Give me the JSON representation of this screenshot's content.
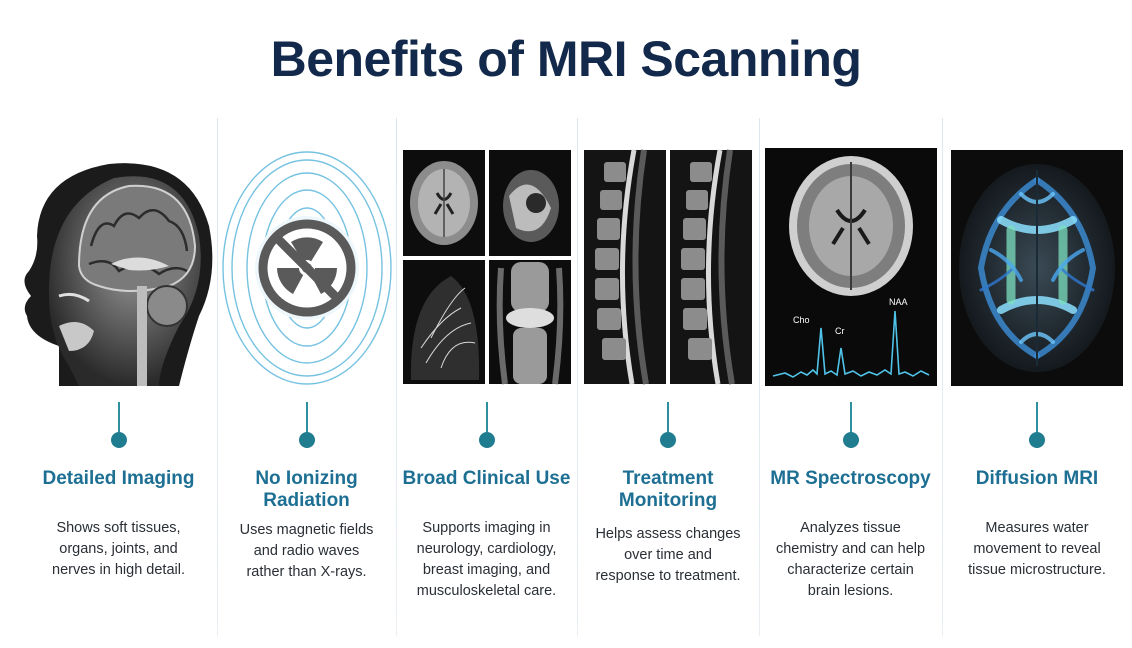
{
  "title": "Benefits of MRI Scanning",
  "colors": {
    "accent": "#1d6f93",
    "title": "#13294b",
    "stem": "#2e8fa0"
  },
  "columns": [
    {
      "icon": "head-sagittal-mri-icon",
      "heading": "Detailed Imaging",
      "desc": [
        "Shows soft tissues,",
        "organs, joints, and",
        "nerves in high detail."
      ]
    },
    {
      "icon": "no-radiation-icon",
      "heading_lines": [
        "No Ionizing",
        "Radiation"
      ],
      "desc": [
        "Uses magnetic fields",
        "and radio waves",
        "rather than X-rays."
      ]
    },
    {
      "icon": "multi-organ-mri-icon",
      "heading": "Broad Clinical Use",
      "desc": [
        "Supports imaging in",
        "neurology, cardiology,",
        "breast imaging, and",
        "musculoskeletal care."
      ]
    },
    {
      "icon": "spine-mri-icon",
      "heading_lines": [
        "Treatment",
        "Monitoring"
      ],
      "desc": [
        "Helps assess changes",
        "over time and",
        "response to treatment."
      ]
    },
    {
      "icon": "spectroscopy-brain-icon",
      "heading": "MR Spectroscopy",
      "peaks": [
        "Cho",
        "Cr",
        "NAA"
      ],
      "desc": [
        "Analyzes tissue",
        "chemistry and can help",
        "characterize certain",
        "brain lesions."
      ]
    },
    {
      "icon": "diffusion-brain-icon",
      "heading": "Diffusion MRI",
      "desc": [
        "Measures water",
        "movement to reveal",
        "tissue microstructure."
      ]
    }
  ]
}
